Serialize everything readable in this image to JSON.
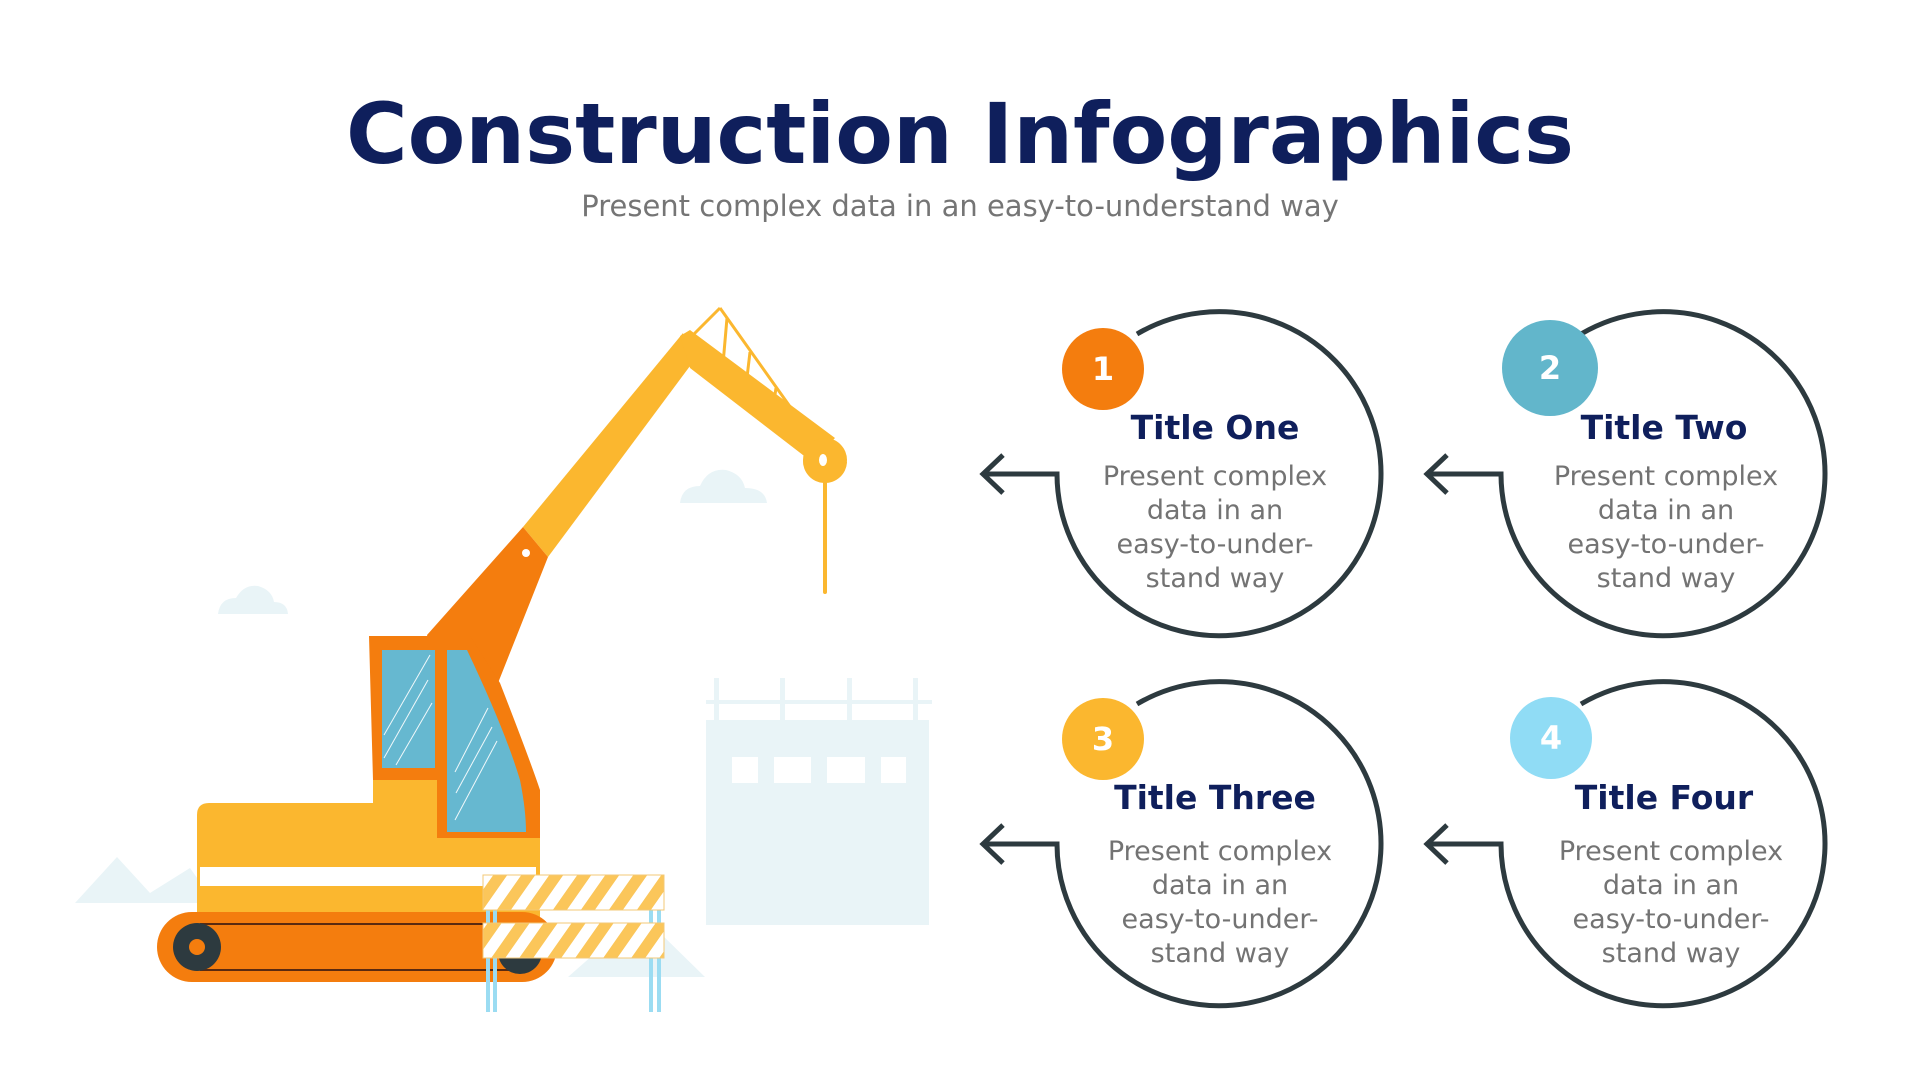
{
  "header": {
    "title": "Construction Infographics",
    "subtitle": "Present complex data in an easy-to-understand way"
  },
  "colors": {
    "title": "#0f1f5c",
    "body_text": "#737373",
    "ring": "#2d3a3f",
    "crane_yellow": "#fbb72f",
    "crane_orange": "#f47d0e",
    "glass": "#66b8d0",
    "background_shapes": "#e9f4f7"
  },
  "steps": [
    {
      "number": "1",
      "title": "Title One",
      "lines": [
        "Present complex",
        "data in an",
        "easy-to-under-",
        "stand way"
      ],
      "badge_color": "#f47d0e"
    },
    {
      "number": "2",
      "title": "Title Two",
      "lines": [
        "Present complex",
        "data in an",
        "easy-to-under-",
        "stand way"
      ],
      "badge_color": "#62b6cb"
    },
    {
      "number": "3",
      "title": "Title Three",
      "lines": [
        "Present complex",
        "data in an",
        "easy-to-under-",
        "stand way"
      ],
      "badge_color": "#fbb72f"
    },
    {
      "number": "4",
      "title": "Title Four",
      "lines": [
        "Present complex",
        "data in an",
        "easy-to-under-",
        "stand way"
      ],
      "badge_color": "#90dcf5"
    }
  ],
  "illustration": {
    "subject": "crawler-crane",
    "elements": [
      "crane",
      "barrier",
      "building",
      "clouds",
      "mountains"
    ]
  }
}
